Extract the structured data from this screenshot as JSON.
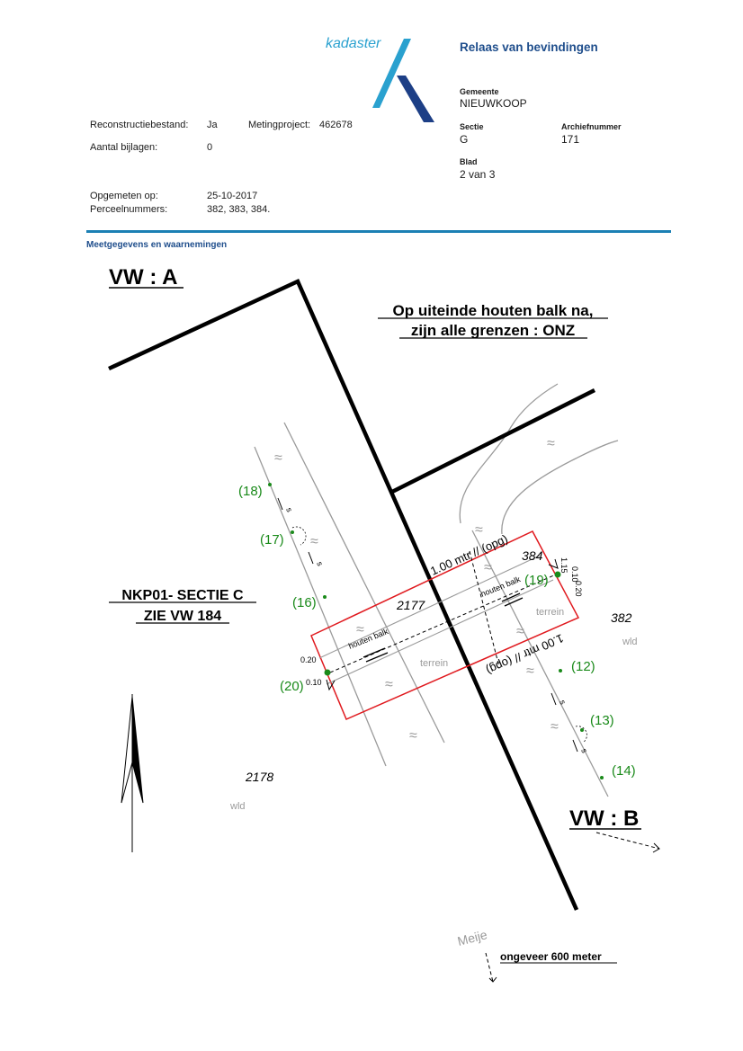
{
  "logo": {
    "text": "kadaster",
    "color_light": "#2aa1cf",
    "color_dark": "#1d3f86"
  },
  "header": {
    "title": "Relaas van bevindingen",
    "gemeente_label": "Gemeente",
    "gemeente": "NIEUWKOOP",
    "sectie_label": "Sectie",
    "sectie": "G",
    "archief_label": "Archiefnummer",
    "archief": "171",
    "blad_label": "Blad",
    "blad": "2 van 3"
  },
  "info": {
    "reconstructie_label": "Reconstructiebestand:",
    "reconstructie": "Ja",
    "metingproject_label": "Metingproject:",
    "metingproject": "462678",
    "bijlagen_label": "Aantal bijlagen:",
    "bijlagen": "0",
    "opgemeten_label": "Opgemeten op:",
    "opgemeten": "25-10-2017",
    "perceel_label": "Perceelnummers:",
    "perceel": "382, 383, 384."
  },
  "section_title": "Meetgegevens en waarnemingen",
  "map": {
    "vw_a": "VW : A",
    "vw_b": "VW : B",
    "note_line1": "Op uiteinde houten balk na,",
    "note_line2": "zijn alle grenzen : ONZ",
    "nkp_line1": "NKP01- SECTIE C",
    "nkp_line2": "ZIE VW 184",
    "parcel_2177": "2177",
    "parcel_2178": "2178",
    "parcel_382": "382",
    "parcel_384": "384",
    "wld": "wld",
    "terrein": "terrein",
    "houten_balk": "houten balk",
    "measure": "1.00 mtr // (opg)",
    "d020": "0.20",
    "d010": "0.10",
    "d115": "1.15",
    "s": "s",
    "water": "≈",
    "points": [
      "(18)",
      "(17)",
      "(16)",
      "(19)",
      "(20)",
      "(12)",
      "(13)",
      "(14)"
    ],
    "meije": "Meije",
    "distance": "ongeveer 600 meter",
    "colors": {
      "red": "#e0191e",
      "green": "#1a8a1a",
      "gray": "#9a9a9a",
      "black": "#000000"
    }
  }
}
